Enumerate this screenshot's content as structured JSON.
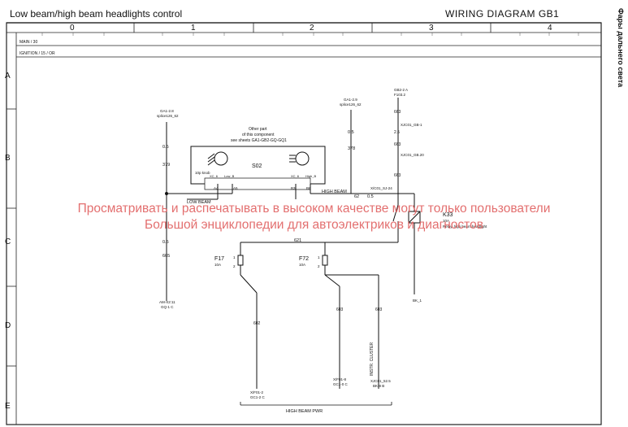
{
  "header": {
    "title": "Low beam/high beam headlights control",
    "diagram_id": "WIRING DIAGRAM  GB1",
    "side_title": "Фары дальнего света"
  },
  "grid": {
    "columns": [
      "0",
      "1",
      "2",
      "3",
      "4"
    ],
    "rows": [
      "A",
      "B",
      "C",
      "D",
      "E"
    ],
    "rails": [
      "MAIN / 30",
      "IGNITION / 15 / OR"
    ]
  },
  "watermark": {
    "line1": "Просматривать и распечатывать в высоком качестве могут только пользователи",
    "line2": "Большой энциклопедии для автоэлектриков и диагностов"
  },
  "diagram": {
    "component_s02": {
      "label": "S02",
      "note_lines": [
        "Other part",
        "of this component",
        "see sheets GA1-GB2-GQ-GQ1"
      ],
      "inner_label": "10p knob",
      "pins_left": [
        "XC_6",
        "Low_B"
      ],
      "pins_right": [
        "XC_6",
        "High_B"
      ],
      "terminals": [
        "A4",
        "A5",
        "B3",
        "B6"
      ]
    },
    "low_beam_label": "LOW BEAM",
    "high_beam_label": "HIGH BEAM",
    "wire_left": {
      "source": [
        "GA1-2.8",
        "splice126_62"
      ],
      "segments": [
        "0.5",
        "379",
        "0.5",
        "665"
      ],
      "dest": [
        "AM-X2:11",
        "GQ-1 C"
      ]
    },
    "wire_center": {
      "source": [
        "GA1-2.9",
        "splice126_62"
      ],
      "segments": [
        "0.5",
        "378"
      ],
      "junction": "62",
      "junction_b": "0.5"
    },
    "wire_right": {
      "source": [
        "GB2-2 A",
        "F103.2"
      ],
      "segments": [
        "663",
        "2.5",
        "663",
        "663"
      ],
      "connectors": [
        "XJC01_GB-1",
        "XJC01_GB.20",
        "X/C01_SJ-24"
      ],
      "ground": "BK_1"
    },
    "relay_k33": {
      "label": "K33",
      "amp": "10A",
      "desc": "Relay, high beam headlight"
    },
    "fuse_f17": {
      "label": "F17",
      "amp": "10A",
      "pins": [
        "1",
        "2"
      ]
    },
    "fuse_f72": {
      "label": "F72",
      "amp": "10A",
      "pins": [
        "1",
        "2"
      ]
    },
    "bus_621": "621",
    "wire_602": {
      "number": "602",
      "dest": [
        "X/F01-2",
        "GC1-2 C"
      ]
    },
    "wire_603": {
      "number": "603",
      "dest": [
        "X/F01-8",
        "GC1-0 C"
      ]
    },
    "wire_603b": {
      "number": "603",
      "label": "INSTR. CLUSTER",
      "dest": [
        "XJC01_52.5",
        "BK-8 B"
      ]
    },
    "high_beam_pwr": "HIGH BEAM PWR"
  }
}
